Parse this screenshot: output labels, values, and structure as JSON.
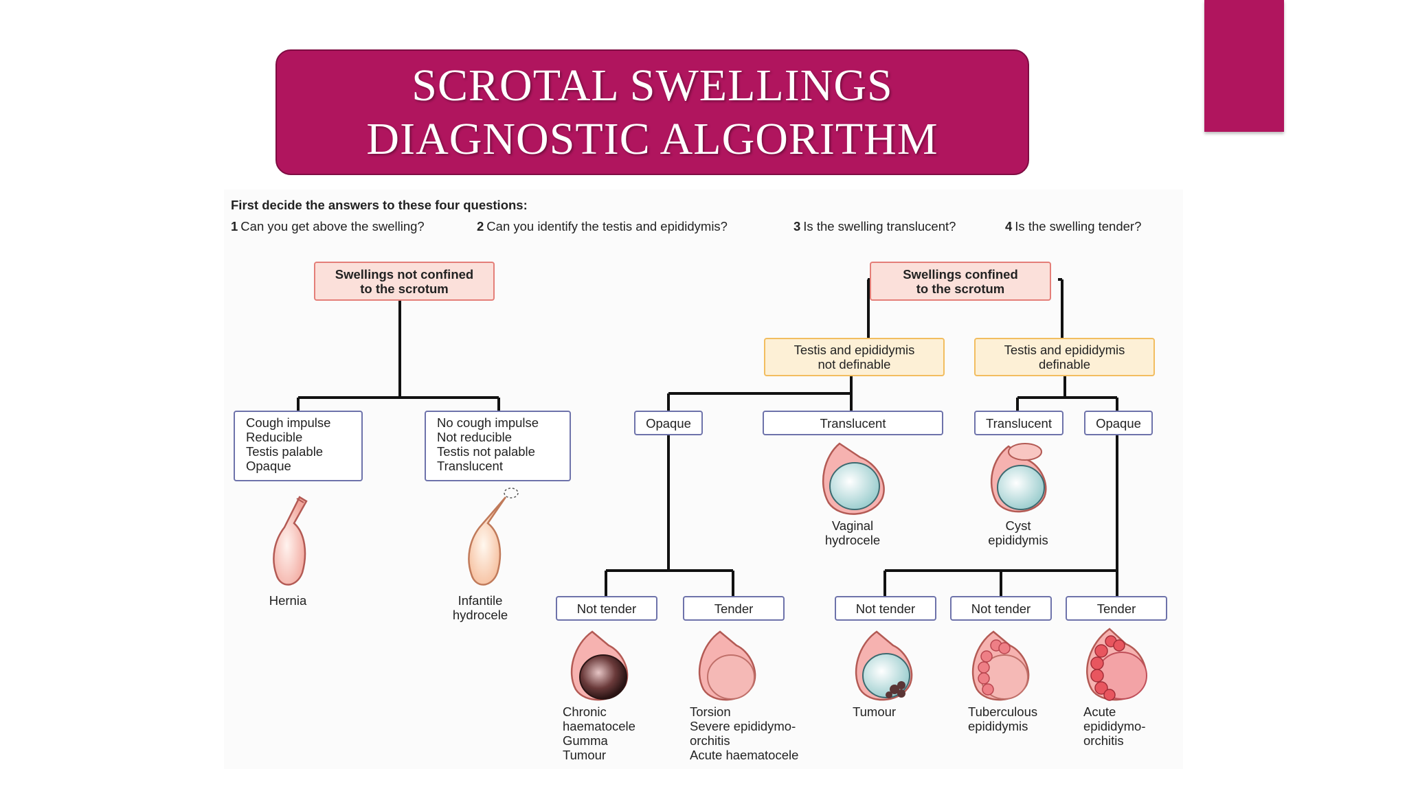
{
  "title": {
    "line1": "SCROTAL SWELLINGS",
    "line2": "DIAGNOSTIC ALGORITHM"
  },
  "questions": {
    "lead": "First decide the answers to these four questions:",
    "items": [
      {
        "num": "1",
        "text": "Can you get above the swelling?"
      },
      {
        "num": "2",
        "text": "Can you identify the testis and epididymis?"
      },
      {
        "num": "3",
        "text": "Is the swelling translucent?"
      },
      {
        "num": "4",
        "text": "Is the swelling tender?"
      }
    ]
  },
  "nodes": {
    "not_confined": "Swellings not confined\nto the scrotum",
    "confined": "Swellings confined\nto the scrotum",
    "not_definable": "Testis and epididymis\nnot definable",
    "definable": "Testis and epididymis\ndefinable",
    "cough_impulse": "Cough impulse\nReducible\nTestis palable\nOpaque",
    "no_cough_impulse": "No cough impulse\nNot reducible\nTestis not palable\nTranslucent",
    "opaque_1": "Opaque",
    "translucent_1": "Translucent",
    "translucent_2": "Translucent",
    "opaque_2": "Opaque",
    "not_tender_1": "Not tender",
    "tender_1": "Tender",
    "not_tender_2": "Not tender",
    "not_tender_3": "Not tender",
    "tender_2": "Tender"
  },
  "labels": {
    "hernia": "Hernia",
    "infantile_hydrocele": "Infantile\nhydrocele",
    "vaginal_hydrocele": "Vaginal\nhydrocele",
    "cyst_epididymis": "Cyst\nepididymis",
    "chronic": "Chronic\nhaematocele\nGumma\nTumour",
    "torsion": "Torsion\nSevere epididymo-\norchitis\nAcute haematocele",
    "tumour": "Tumour",
    "tuberculous": "Tuberculous\nepididymis",
    "acute": "Acute\nepididymo-\norchitis"
  },
  "colors": {
    "accent": "#b0155e",
    "red_box_fill": "#fbe0da",
    "red_box_border": "#e47e78",
    "orange_box_fill": "#fdf0d6",
    "orange_box_border": "#f2bd5f",
    "blue_box_border": "#6d72aa",
    "connector": "#111111"
  },
  "illustrations": [
    "hernia-illustration",
    "infantile-hydrocele-illustration",
    "vaginal-hydrocele-illustration",
    "cyst-epididymis-illustration",
    "chronic-haematocele-illustration",
    "torsion-illustration",
    "tumour-illustration",
    "tuberculous-epididymis-illustration",
    "acute-epididymo-orchitis-illustration"
  ]
}
